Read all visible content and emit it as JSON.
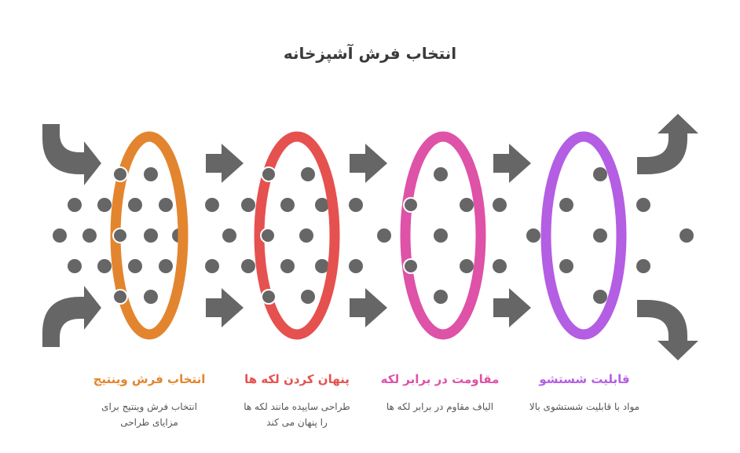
{
  "title": "انتخاب فرش آشپزخانه",
  "colors": {
    "arrow": "#666666",
    "dot": "#666666",
    "stage1": "#E3852E",
    "stage2": "#E5514F",
    "stage3": "#DE52A8",
    "stage4": "#B45EE3"
  },
  "stages": [
    {
      "title": "انتخاب فرش وینتیج",
      "desc_line1": "انتخاب فرش وینتیج برای",
      "desc_line2": "مزایای طراحی",
      "color": "#E3852E"
    },
    {
      "title": "پنهان کردن لکه ها",
      "desc_line1": "طراحی ساییده مانند لکه ها",
      "desc_line2": "را پنهان می کند",
      "color": "#E5514F"
    },
    {
      "title": "مقاومت در برابر لکه",
      "desc_line1": "الیاف مقاوم در برابر لکه ها",
      "desc_line2": "",
      "color": "#DE52A8"
    },
    {
      "title": "قابلیت شستشو",
      "desc_line1": "مواد با قابلیت شستشوی بالا",
      "desc_line2": "",
      "color": "#B45EE3"
    }
  ]
}
